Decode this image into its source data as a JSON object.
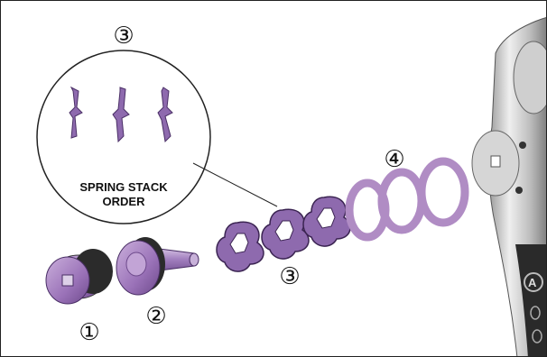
{
  "diagram": {
    "callouts": {
      "part1": "①",
      "part2": "②",
      "part3_top": "③",
      "part3_bottom": "③",
      "part4": "④"
    },
    "inset": {
      "label_line1": "SPRING STACK",
      "label_line2": "ORDER"
    },
    "colors": {
      "part_purple": "#9a72b8",
      "part_purple_dark": "#6e4a8c",
      "washer_fill": "#b995c9",
      "metal_light": "#e2e2e2",
      "metal_dark": "#8c8c8c"
    },
    "icons": [
      "spring-stack-order-inset",
      "piston-cap",
      "piston",
      "spring-washer",
      "shim-ring",
      "handle-body"
    ]
  }
}
